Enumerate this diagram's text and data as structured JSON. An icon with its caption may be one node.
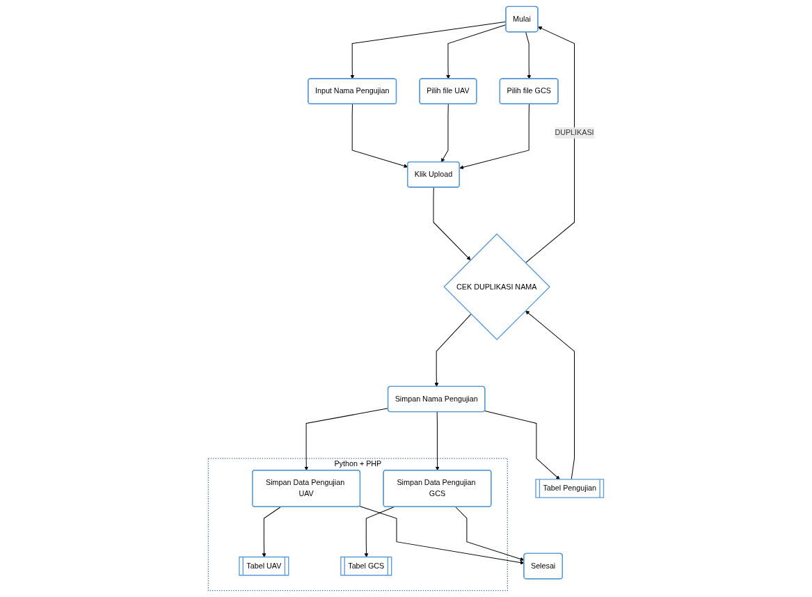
{
  "diagram": {
    "nodes": [
      {
        "text": [
          "Mulai"
        ]
      },
      {
        "text": [
          "Input Nama Pengujian"
        ]
      },
      {
        "text": [
          "Pilih file UAV"
        ]
      },
      {
        "text": [
          "Pilih file GCS"
        ]
      },
      {
        "text": [
          "Klik Upload"
        ]
      },
      {
        "text": [
          "CEK DUPLIKASI NAMA"
        ]
      },
      {
        "text": [
          "Tabel Pengujian"
        ]
      },
      {
        "text": [
          "Simpan Nama Pengujian"
        ]
      },
      {
        "text": [
          "Python + PHP"
        ]
      },
      {
        "text": [
          "Tabel UAV"
        ],
        "in": 8
      },
      {
        "text": [
          "Simpan Data Pengujian UAV"
        ],
        "in": 8
      },
      {
        "text": [
          "Simpan Data Pengujian GCS"
        ],
        "in": 8
      },
      {
        "text": [
          "Tabel GCS"
        ],
        "in": 8
      },
      {
        "text": [
          "Selesai"
        ]
      }
    ],
    "edges": [
      {
        "from": 0,
        "to": 1,
        "arrow": "to"
      },
      {
        "from": 0,
        "to": 2,
        "arrow": "to"
      },
      {
        "from": 0,
        "to": 3,
        "arrow": "to"
      },
      {
        "from": 1,
        "to": 4,
        "arrow": "to"
      },
      {
        "from": 2,
        "to": 4,
        "arrow": "to"
      },
      {
        "from": 3,
        "to": 4,
        "arrow": "to"
      },
      {
        "from": 4,
        "to": 5,
        "arrow": "to"
      },
      {
        "from": 5,
        "to": 0,
        "arrow": "to",
        "label": "DUPLIKASI"
      },
      {
        "from": 6,
        "to": 5,
        "arrow": "to"
      },
      {
        "from": 5,
        "to": 7,
        "arrow": "to"
      },
      {
        "from": 7,
        "to": 6,
        "arrow": "to"
      },
      {
        "from": 7,
        "to": 10,
        "arrow": "to"
      },
      {
        "from": 7,
        "to": 11,
        "arrow": "to"
      },
      {
        "from": 10,
        "to": 9,
        "arrow": "to"
      },
      {
        "from": 11,
        "to": 12,
        "arrow": "to"
      },
      {
        "from": 10,
        "to": 13,
        "arrow": "to"
      },
      {
        "from": 11,
        "to": 13,
        "arrow": "to"
      }
    ]
  }
}
